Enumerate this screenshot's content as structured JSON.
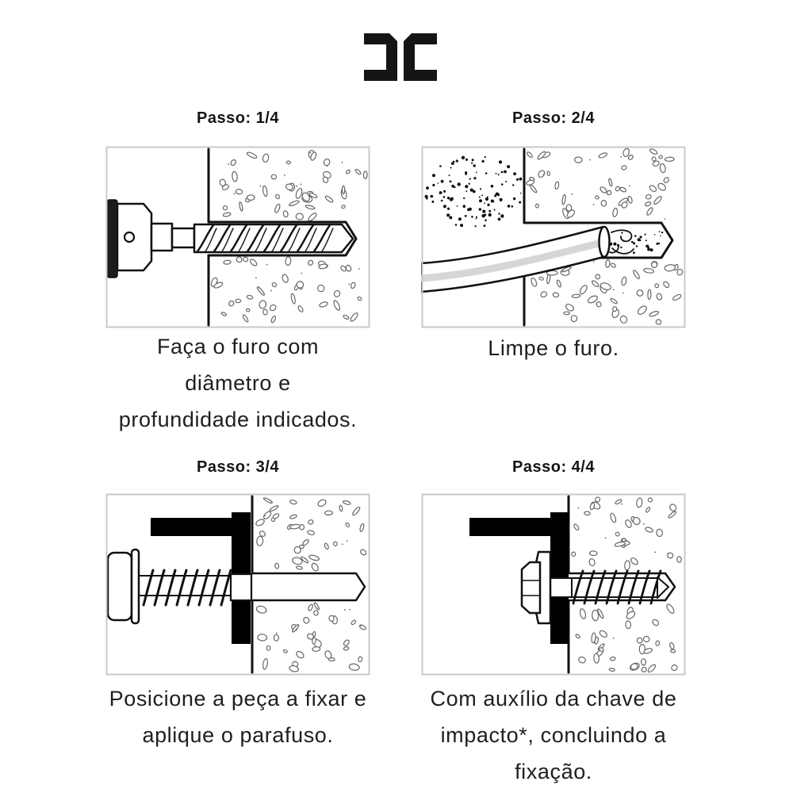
{
  "logo": {
    "name": "brand-logo",
    "color": "#151515"
  },
  "colors": {
    "ink": "#111111",
    "text": "#1f1f1f",
    "panel_border": "#c9c9c9",
    "pebble_stroke": "#666666",
    "bracket_fill": "#000000",
    "chuck_dark": "#1c1c1c",
    "hose_stripe": "#d6d6d6",
    "dust_dot": "#111111"
  },
  "steps": [
    {
      "title": "Passo: 1/4",
      "caption_lines": [
        "Faça o furo com",
        "diâmetro e",
        "profundidade indicados."
      ],
      "illustration": "drill-making-hole-in-concrete"
    },
    {
      "title": "Passo: 2/4",
      "caption_lines": [
        "Limpe o furo."
      ],
      "illustration": "air-hose-cleaning-hole"
    },
    {
      "title": "Passo: 3/4",
      "caption_lines": [
        "Posicione a peça a fixar e",
        "aplique o parafuso."
      ],
      "illustration": "screw-through-bracket-into-hole"
    },
    {
      "title": "Passo: 4/4",
      "caption_lines": [
        "Com auxílio da chave de",
        "impacto*, concluindo a",
        "fixação."
      ],
      "illustration": "screw-fully-fastened"
    }
  ]
}
